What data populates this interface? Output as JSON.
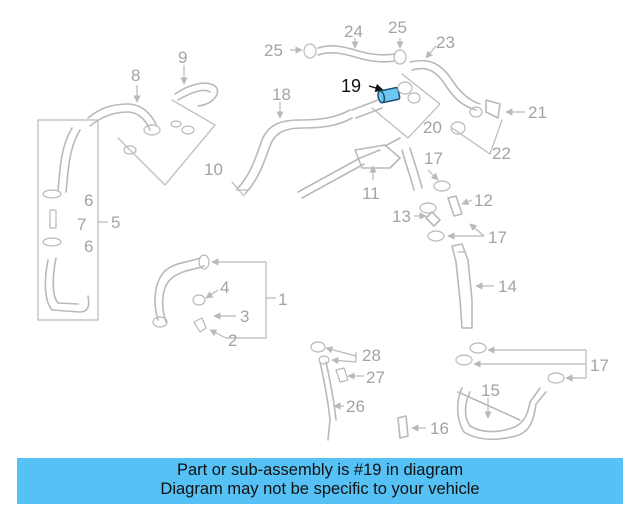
{
  "callouts": {
    "c1": "1",
    "c2": "2",
    "c3": "3",
    "c4": "4",
    "c5": "5",
    "c6a": "6",
    "c6b": "6",
    "c7": "7",
    "c8": "8",
    "c9": "9",
    "c10": "10",
    "c11": "11",
    "c12": "12",
    "c13": "13",
    "c14": "14",
    "c15": "15",
    "c16": "16",
    "c17a": "17",
    "c17b": "17",
    "c17c": "17",
    "c18": "18",
    "c19": "19",
    "c20": "20",
    "c21": "21",
    "c22": "22",
    "c23": "23",
    "c24": "24",
    "c25a": "25",
    "c25b": "25",
    "c26": "26",
    "c27": "27",
    "c28": "28"
  },
  "highlighted_part": "19",
  "colors": {
    "banner": "#55c1f4",
    "highlight": "#6ec7f2",
    "line_art": "#b9b9b9"
  },
  "banner": {
    "line1": "Part or sub-assembly is #19 in diagram",
    "line2": "Diagram may not be specific to your vehicle"
  }
}
